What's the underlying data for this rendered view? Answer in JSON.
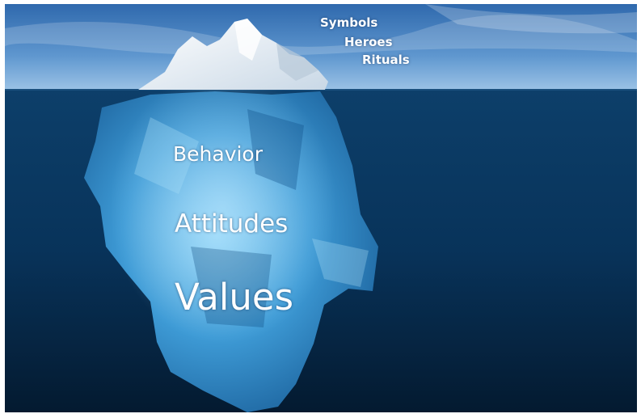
{
  "labels": {
    "above_water": [
      "Symbols",
      "Heroes",
      "Rituals"
    ],
    "below_water": [
      "Behavior",
      "Attitudes",
      "Values"
    ]
  },
  "colors": {
    "sky": "#4f86c6",
    "deep_water": "#072a4a",
    "ice_above": "#f2f6fa",
    "ice_below": "#4aa4dc",
    "text": "#ffffff"
  }
}
